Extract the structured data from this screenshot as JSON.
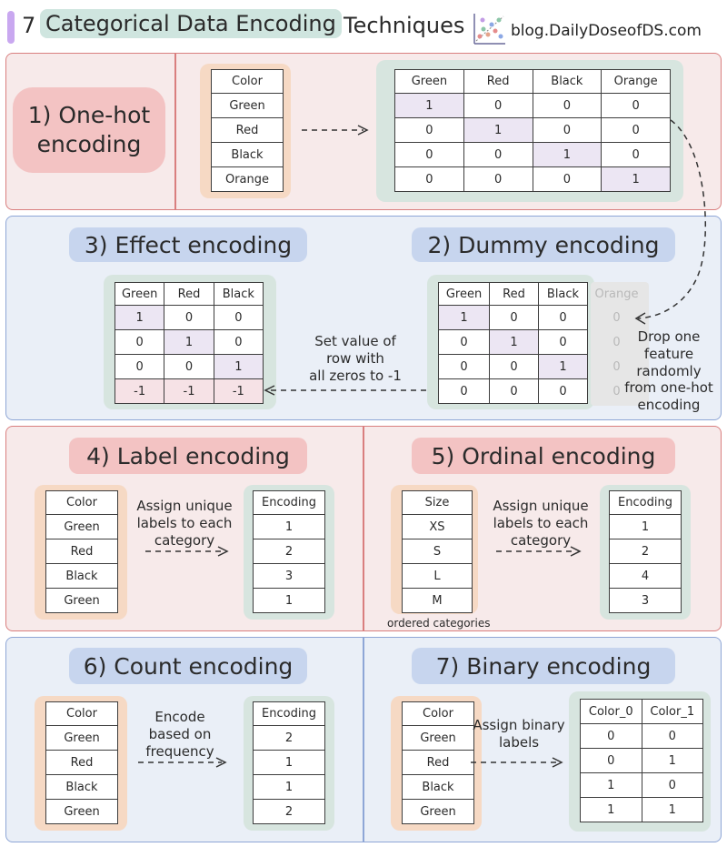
{
  "header": {
    "number": "7",
    "highlight": "Categorical Data Encoding",
    "rest": "Techniques",
    "blog": "blog.DailyDoseofDS.com",
    "logo_icon": "scatter-plot-logo-icon",
    "colors": {
      "bar": "#c9a8f0",
      "highlight": "#cfe5df"
    }
  },
  "colors": {
    "red_frame_bg": "#f7eaea",
    "red_frame_border": "#d97f7f",
    "blue_frame_bg": "#eaeff7",
    "blue_frame_border": "#8ea6d6",
    "red_pill": "#f3c3c3",
    "blue_pill": "#c7d5ee",
    "orange_shadow": "#f6d9c4",
    "green_shadow": "#d7e5df",
    "highlight_cell": "#ece6f3",
    "negative_cell": "#f6e2e6"
  },
  "s1": {
    "title_line1": "1) One-hot",
    "title_line2": "encoding",
    "input": {
      "header": "Color",
      "rows": [
        "Green",
        "Red",
        "Black",
        "Orange"
      ]
    },
    "output": {
      "headers": [
        "Green",
        "Red",
        "Black",
        "Orange"
      ],
      "rows": [
        [
          "1",
          "0",
          "0",
          "0"
        ],
        [
          "0",
          "1",
          "0",
          "0"
        ],
        [
          "0",
          "0",
          "1",
          "0"
        ],
        [
          "0",
          "0",
          "0",
          "1"
        ]
      ]
    }
  },
  "s2": {
    "title": "2) Dummy encoding",
    "headers": [
      "Green",
      "Red",
      "Black",
      "Orange"
    ],
    "rows": [
      [
        "1",
        "0",
        "0",
        "0"
      ],
      [
        "0",
        "1",
        "0",
        "0"
      ],
      [
        "0",
        "0",
        "1",
        "0"
      ],
      [
        "0",
        "0",
        "0",
        "0"
      ]
    ],
    "note": [
      "Drop one",
      "feature",
      "randomly",
      "from one-hot",
      "encoding"
    ]
  },
  "s3": {
    "title": "3) Effect encoding",
    "headers": [
      "Green",
      "Red",
      "Black"
    ],
    "rows": [
      [
        "1",
        "0",
        "0"
      ],
      [
        "0",
        "1",
        "0"
      ],
      [
        "0",
        "0",
        "1"
      ],
      [
        "-1",
        "-1",
        "-1"
      ]
    ],
    "note": [
      "Set value of",
      "row with",
      "all zeros to -1"
    ]
  },
  "s4": {
    "title": "4) Label encoding",
    "input": {
      "header": "Color",
      "rows": [
        "Green",
        "Red",
        "Black",
        "Green"
      ]
    },
    "note": [
      "Assign unique",
      "labels to each",
      "category"
    ],
    "output": {
      "header": "Encoding",
      "rows": [
        "1",
        "2",
        "3",
        "1"
      ]
    }
  },
  "s5": {
    "title": "5) Ordinal encoding",
    "input": {
      "header": "Size",
      "rows": [
        "XS",
        "S",
        "L",
        "M"
      ]
    },
    "note": [
      "Assign unique",
      "labels to each",
      "category"
    ],
    "output": {
      "header": "Encoding",
      "rows": [
        "1",
        "2",
        "4",
        "3"
      ]
    },
    "caption": "ordered categories"
  },
  "s6": {
    "title": "6) Count encoding",
    "input": {
      "header": "Color",
      "rows": [
        "Green",
        "Red",
        "Black",
        "Green"
      ]
    },
    "note": [
      "Encode",
      "based on",
      "frequency"
    ],
    "output": {
      "header": "Encoding",
      "rows": [
        "2",
        "1",
        "1",
        "2"
      ]
    }
  },
  "s7": {
    "title": "7) Binary encoding",
    "input": {
      "header": "Color",
      "rows": [
        "Green",
        "Red",
        "Black",
        "Green"
      ]
    },
    "note": [
      "Assign binary",
      "labels"
    ],
    "output": {
      "headers": [
        "Color_0",
        "Color_1"
      ],
      "rows": [
        [
          "0",
          "0"
        ],
        [
          "0",
          "1"
        ],
        [
          "1",
          "0"
        ],
        [
          "1",
          "1"
        ]
      ]
    }
  }
}
